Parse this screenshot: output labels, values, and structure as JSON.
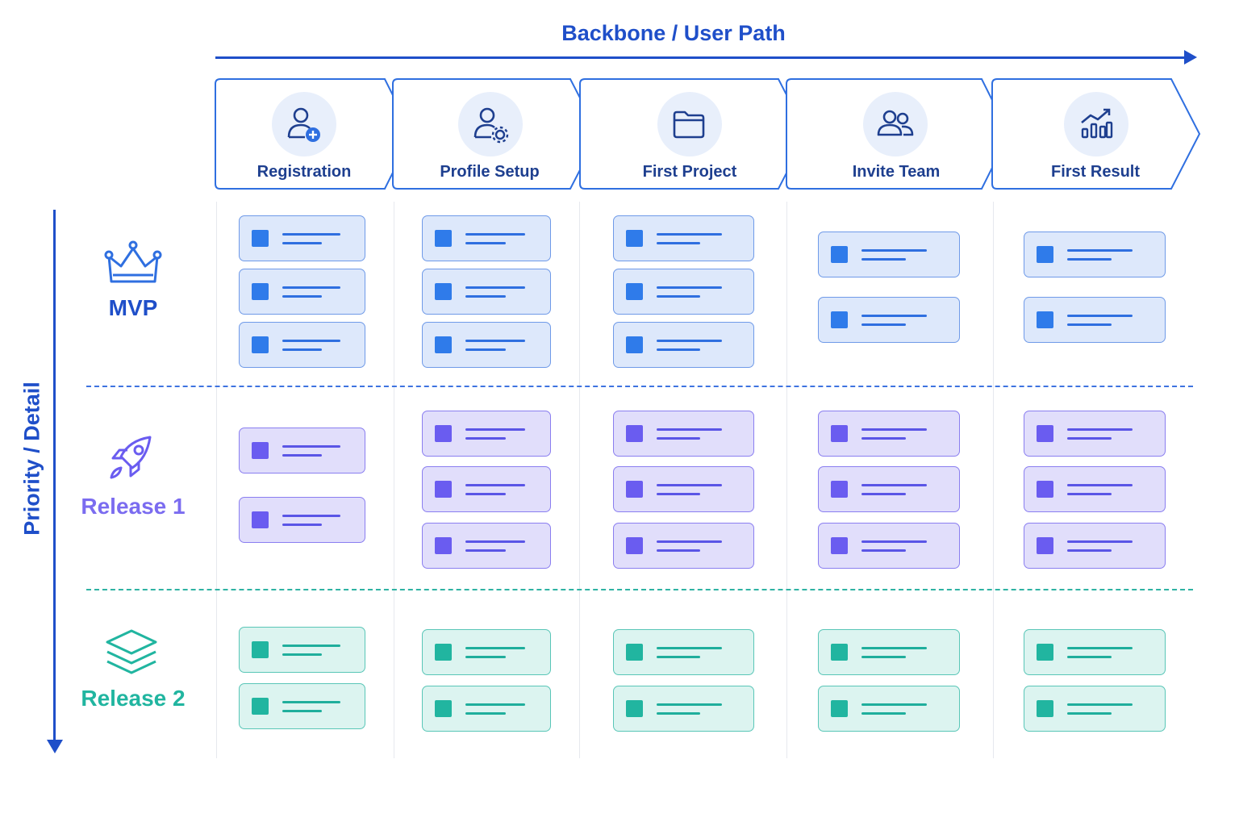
{
  "header": {
    "title": "Backbone / User Path",
    "axis_label": "Priority / Detail"
  },
  "colors": {
    "primary": "#1f4fc9",
    "mvp": "#2f7bea",
    "release1": "#6a5cf0",
    "release2": "#21b5a0"
  },
  "activities": [
    {
      "label": "Registration",
      "icon": "user-add-icon"
    },
    {
      "label": "Profile Setup",
      "icon": "user-settings-icon"
    },
    {
      "label": "First Project",
      "icon": "folder-icon"
    },
    {
      "label": "Invite Team",
      "icon": "users-icon"
    },
    {
      "label": "First Result",
      "icon": "chart-up-icon"
    }
  ],
  "releases": [
    {
      "label": "MVP",
      "icon": "crown-icon",
      "cards_per_column": [
        3,
        3,
        3,
        2,
        2
      ]
    },
    {
      "label": "Release 1",
      "icon": "rocket-icon",
      "cards_per_column": [
        2,
        3,
        3,
        3,
        3
      ]
    },
    {
      "label": "Release 2",
      "icon": "layers-icon",
      "cards_per_column": [
        2,
        2,
        2,
        2,
        2
      ]
    }
  ]
}
